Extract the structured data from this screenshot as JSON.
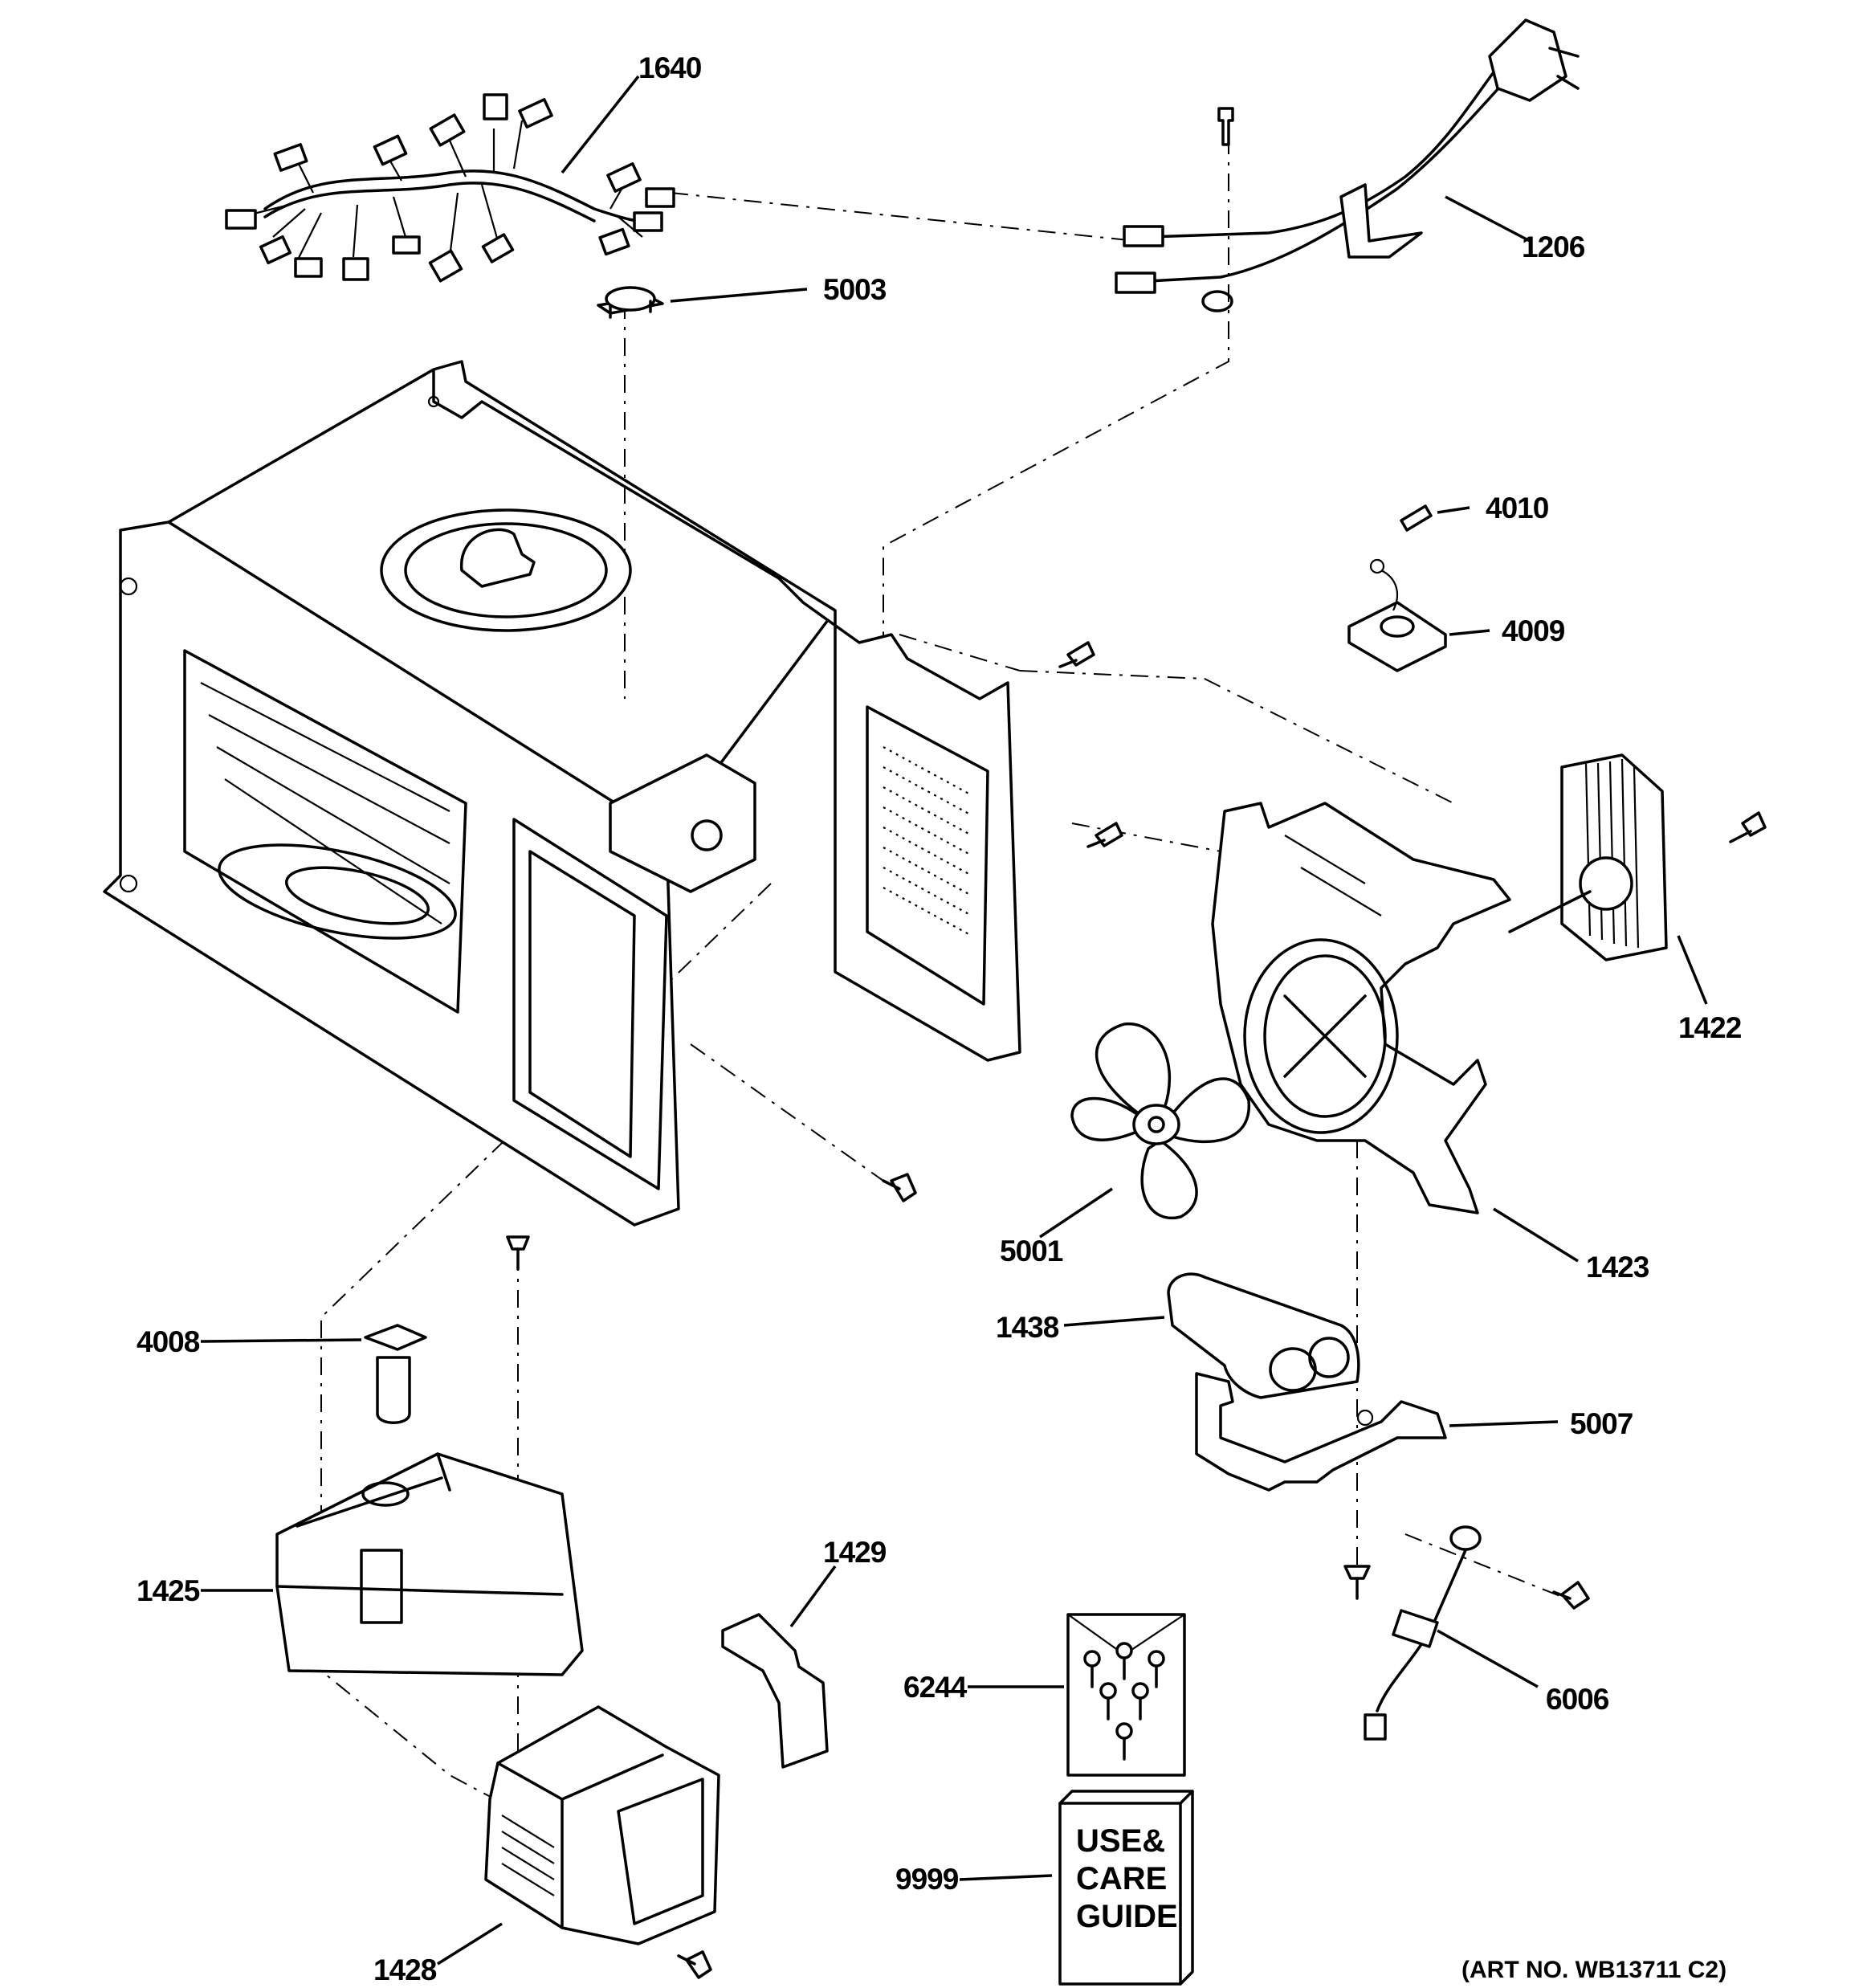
{
  "callouts": {
    "c1640": "1640",
    "c1206": "1206",
    "c5003": "5003",
    "c4010": "4010",
    "c4009": "4009",
    "c1422": "1422",
    "c5001": "5001",
    "c1423": "1423",
    "c1438": "1438",
    "c5007": "5007",
    "c4008": "4008",
    "c1425": "1425",
    "c1429": "1429",
    "c6244": "6244",
    "c6006": "6006",
    "c9999": "9999",
    "c1428": "1428"
  },
  "guide": {
    "line1": "USE&",
    "line2": "CARE",
    "line3": "GUIDE"
  },
  "art_number": "(ART NO. WB13711 C2)"
}
